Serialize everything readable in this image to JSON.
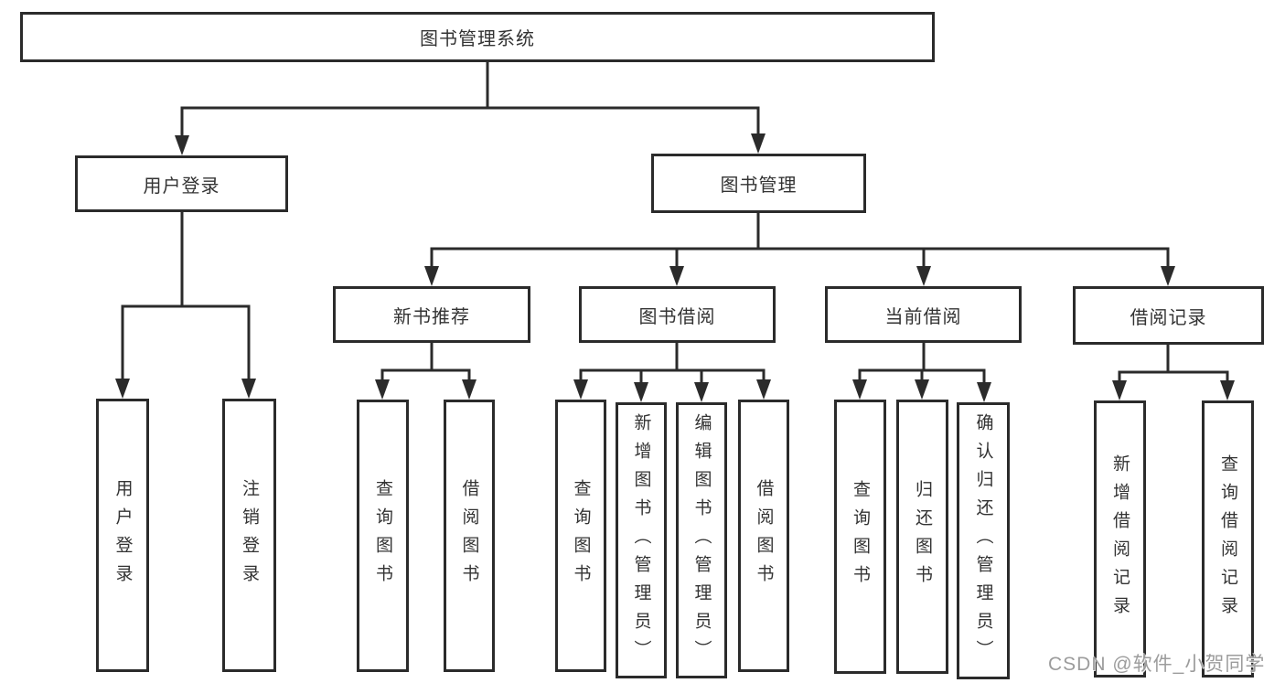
{
  "tree": {
    "label": "图书管理系统",
    "children": [
      {
        "label": "用户登录",
        "children": [
          {
            "label": "用户登录"
          },
          {
            "label": "注销登录"
          }
        ]
      },
      {
        "label": "图书管理",
        "children": [
          {
            "label": "新书推荐",
            "children": [
              {
                "label": "查询图书"
              },
              {
                "label": "借阅图书"
              }
            ]
          },
          {
            "label": "图书借阅",
            "children": [
              {
                "label": "查询图书"
              },
              {
                "label": "新增图书（管理员）"
              },
              {
                "label": "编辑图书（管理员）"
              },
              {
                "label": "借阅图书"
              }
            ]
          },
          {
            "label": "当前借阅",
            "children": [
              {
                "label": "查询图书"
              },
              {
                "label": "归还图书"
              },
              {
                "label": "确认归还（管理员）"
              }
            ]
          },
          {
            "label": "借阅记录",
            "children": [
              {
                "label": "新增借阅记录"
              },
              {
                "label": "查询借阅记录"
              }
            ]
          }
        ]
      }
    ]
  },
  "watermark": {
    "text": "CSDN @软件_小贺同学"
  },
  "colors": {
    "line": "#2b2b2b",
    "text": "#333333",
    "watermark": "#9c9c9c",
    "background": "#ffffff"
  }
}
